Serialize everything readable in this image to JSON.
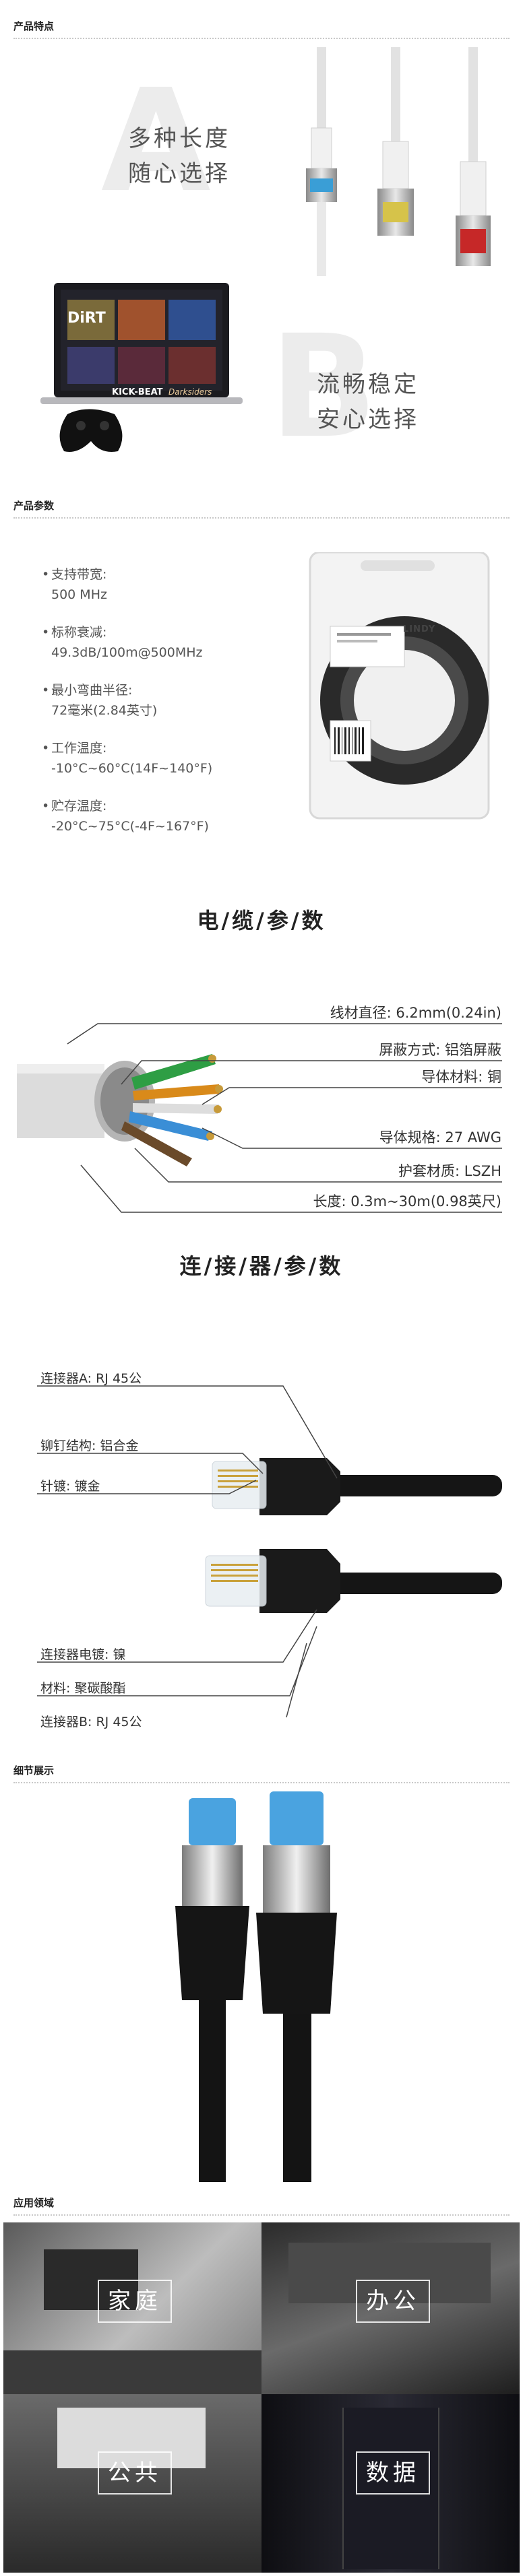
{
  "sections": {
    "features": "产品特点",
    "params": "产品参数",
    "details": "细节展示",
    "applications": "应用领域"
  },
  "feature_a": {
    "letter": "A",
    "line1": "多种长度",
    "line2": "随心选择"
  },
  "feature_b": {
    "letter": "B",
    "line1": "流畅稳定",
    "line2": "安心选择"
  },
  "laptop": {
    "tiles": [
      "DiRT",
      "KICK-BEAT",
      "Darksiders"
    ]
  },
  "package": {
    "brand": "LINDY"
  },
  "specs": [
    {
      "label": "支持带宽:",
      "value": "500 MHz"
    },
    {
      "label": "标称衰减:",
      "value": "49.3dB/100m@500MHz"
    },
    {
      "label": "最小弯曲半径:",
      "value": "72毫米(2.84英寸)"
    },
    {
      "label": "工作温度:",
      "value": "-10°C~60°C(14F~140°F)"
    },
    {
      "label": "贮存温度:",
      "value": "-20°C~75°C(-4F~167°F)"
    }
  ],
  "cable_params": {
    "title": "电/缆/参/数",
    "labels": [
      "线材直径: 6.2mm(0.24in)",
      "屏蔽方式: 铝箔屏蔽",
      "导体材料: 铜",
      "导体规格: 27 AWG",
      "护套材质: LSZH",
      "长度: 0.3m~30m(0.98英尺)"
    ]
  },
  "connector_params": {
    "title": "连/接/器/参/数",
    "labels": [
      "连接器A: RJ 45公",
      "铆钉结构: 铝合金",
      "针镀: 镀金",
      "连接器电镀: 镍",
      "材料: 聚碳酸酯",
      "连接器B: RJ 45公"
    ]
  },
  "applications": [
    "家庭",
    "办公",
    "公共",
    "数据"
  ]
}
